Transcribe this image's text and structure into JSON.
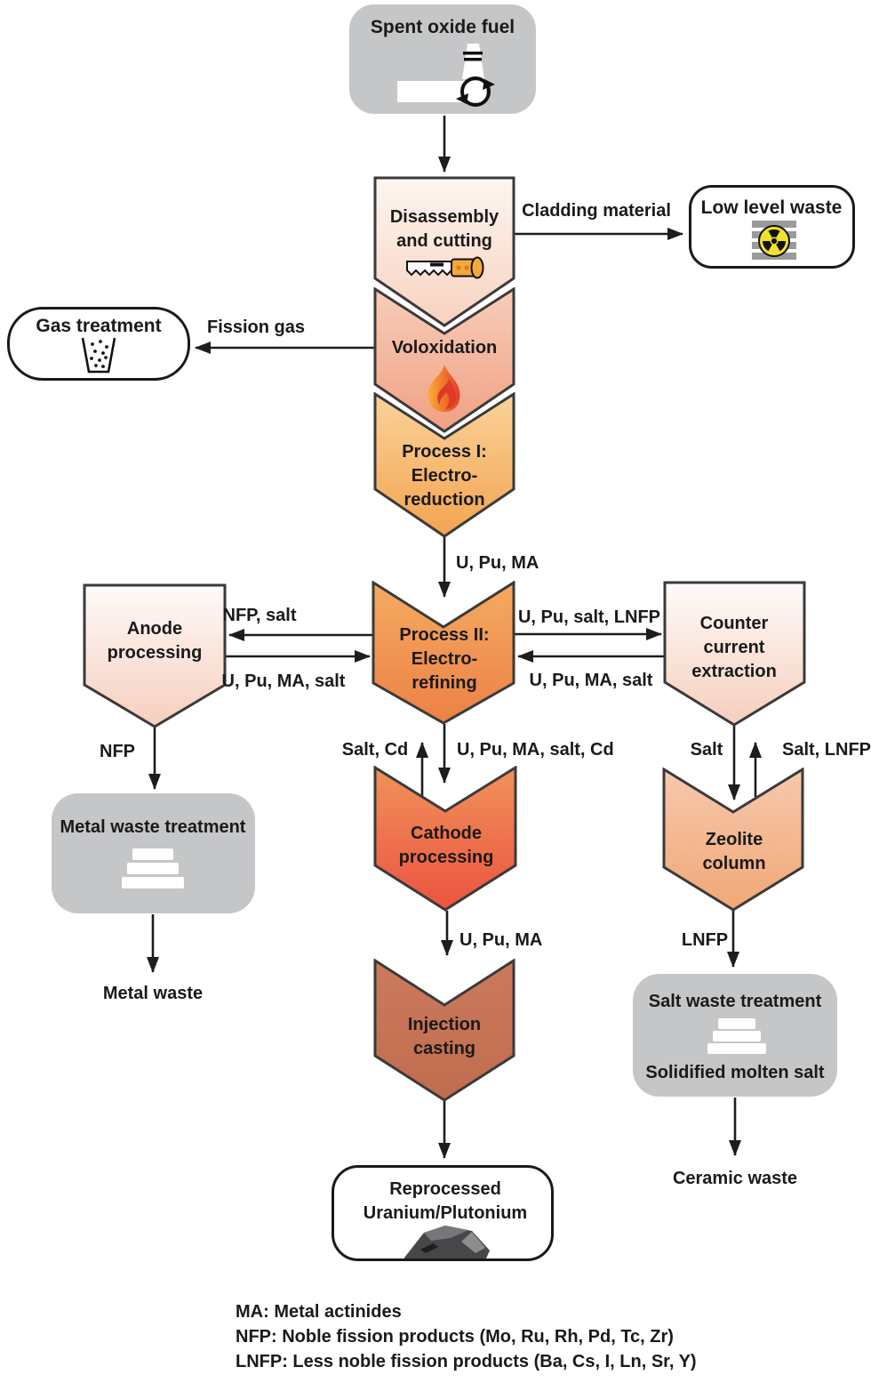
{
  "diagram": {
    "nodes": {
      "spent_oxide_fuel": "Spent oxide fuel",
      "disassembly": "Disassembly and cutting",
      "voloxidation": "Voloxidation",
      "process1": "Process I: Electro-reduction",
      "process2": "Process II: Electro-refining",
      "anode": "Anode processing",
      "counter_current": "Counter current extraction",
      "cathode": "Cathode processing",
      "zeolite": "Zeolite column",
      "injection": "Injection casting",
      "gas_treatment": "Gas treatment",
      "low_level_waste": "Low level waste",
      "metal_waste_treatment": "Metal waste treatment",
      "salt_waste_treatment": "Salt waste treatment",
      "solidified_molten_salt": "Solidified molten salt",
      "reprocessed": "Reprocessed Uranium/Plutonium",
      "metal_waste": "Metal waste",
      "ceramic_waste": "Ceramic waste"
    },
    "flows": {
      "cladding": "Cladding material",
      "fission_gas": "Fission gas",
      "u_pu_ma_top": "U, Pu, MA",
      "nfp_salt": "NFP, salt",
      "u_pu_ma_salt_left": "U, Pu, MA, salt",
      "u_pu_salt_lnfp": "U, Pu, salt, LNFP",
      "u_pu_ma_salt_right": "U, Pu, MA, salt",
      "salt_cd": "Salt, Cd",
      "u_pu_ma_salt_cd": "U, Pu, MA, salt, Cd",
      "nfp": "NFP",
      "salt": "Salt",
      "salt_lnfp": "Salt, LNFP",
      "u_pu_ma_bottom": "U, Pu, MA",
      "lnfp": "LNFP"
    },
    "legend": [
      "MA: Metal actinides",
      "NFP: Noble fission products (Mo, Ru, Rh, Pd, Tc, Zr)",
      "LNFP: Less noble fission products (Ba, Cs, I, Ln, Sr, Y)"
    ],
    "colors": {
      "box_gray": "#c5c6c8",
      "outline": "#3a3a3a",
      "arrow": "#1d1d1d",
      "disassembly_gradient": [
        "#fdf6f1",
        "#f8d2bf"
      ],
      "voloxidation_gradient": [
        "#f8cdb9",
        "#f0a083"
      ],
      "process1_gradient": [
        "#fad29a",
        "#f3a450"
      ],
      "process2_gradient": [
        "#f5aa61",
        "#ec8146"
      ],
      "cathode_gradient": [
        "#f0925a",
        "#ec5340"
      ],
      "injection_gradient": [
        "#cb7a5c",
        "#c06c4f"
      ],
      "zeolite_gradient": [
        "#f6c8ae",
        "#f1a876"
      ],
      "pentagon_gradient": [
        "#fefbf9",
        "#f6cebd"
      ],
      "radiation_yellow": "#f0e130",
      "flame_orange": "#f9ae35",
      "flame_red": "#e83a26",
      "saw_handle_orange": "#f2a93b"
    }
  }
}
